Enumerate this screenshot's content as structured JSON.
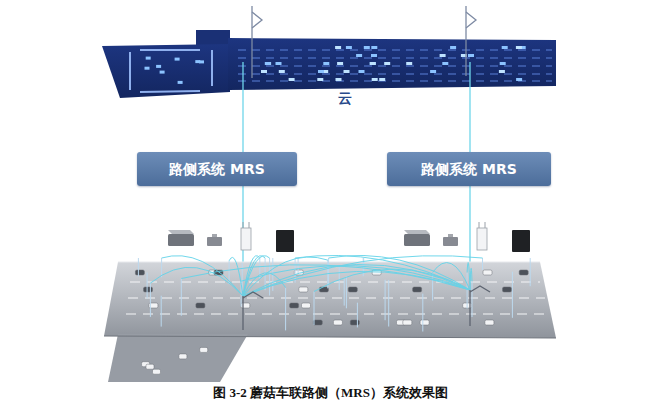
{
  "diagram": {
    "caption": "图 3-2 蘑菇车联路侧（MRS）系统效果图",
    "nodes": [
      {
        "text": [
          "云"
        ]
      },
      {
        "text": [
          "路侧系统 MRS"
        ]
      },
      {
        "text": [
          "路侧系统 MRS"
        ]
      }
    ],
    "edges": [
      {
        "from": 0,
        "to": 1,
        "arrow": "none"
      },
      {
        "from": 0,
        "to": 2,
        "arrow": "none"
      }
    ]
  }
}
